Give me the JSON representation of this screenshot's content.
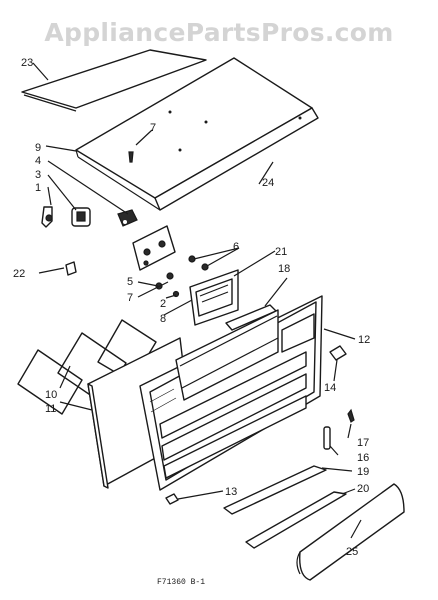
{
  "watermark": "AppliancePartsPros.com",
  "footer_code": "F71360 B-1",
  "callouts": [
    "23",
    "7",
    "9",
    "4",
    "3",
    "1",
    "24",
    "6",
    "21",
    "22",
    "18",
    "5",
    "7",
    "2",
    "8",
    "12",
    "14",
    "10",
    "11",
    "17",
    "16",
    "19",
    "13",
    "20",
    "25"
  ]
}
